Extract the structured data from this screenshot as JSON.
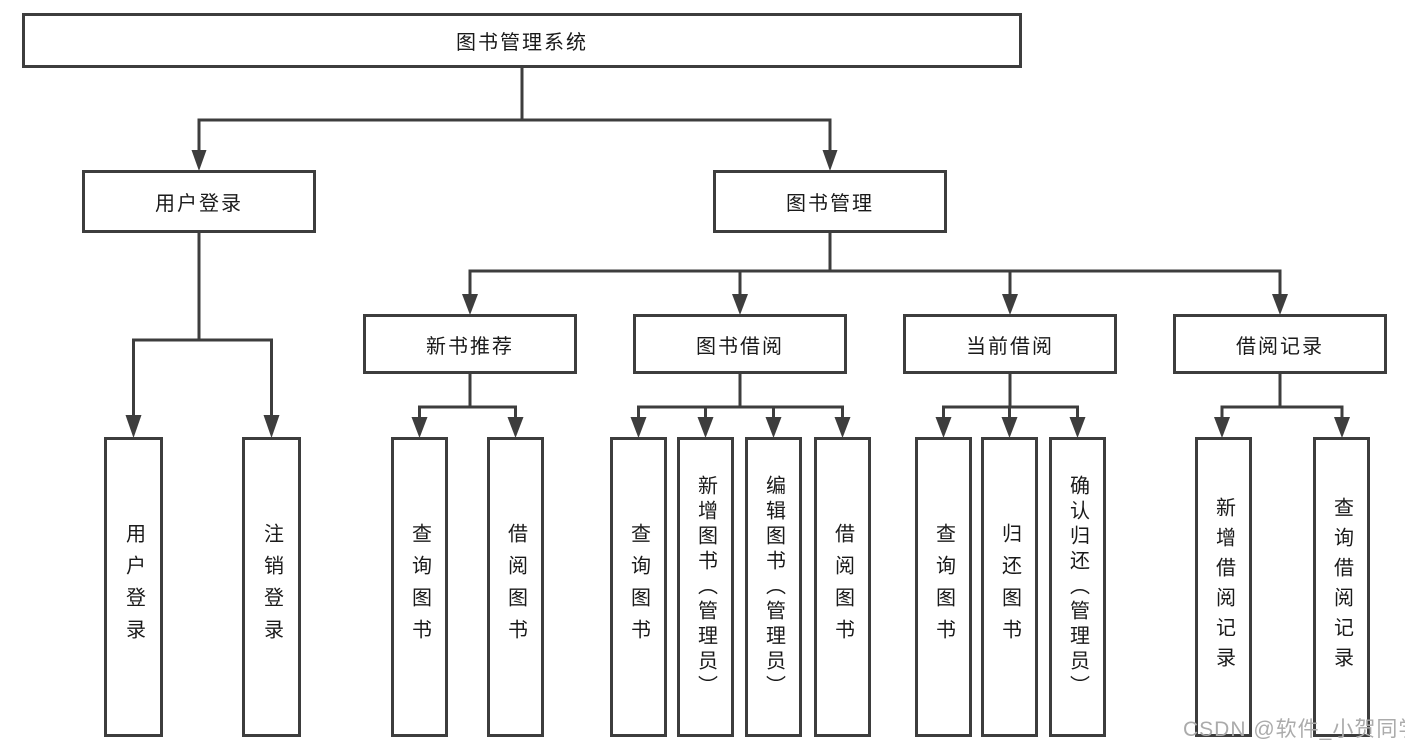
{
  "diagram": {
    "root": "图书管理系统",
    "level2": [
      "用户登录",
      "图书管理"
    ],
    "level3": [
      "新书推荐",
      "图书借阅",
      "当前借阅",
      "借阅记录"
    ],
    "leaves_user_login": [
      "用户登录",
      "注销登录"
    ],
    "leaves_new_book": [
      "查询图书",
      "借阅图书"
    ],
    "leaves_book_borrow": [
      "查询图书",
      "新增图书（管理员）",
      "编辑图书（管理员）",
      "借阅图书"
    ],
    "leaves_current_borrow": [
      "查询图书",
      "归还图书",
      "确认归还（管理员）"
    ],
    "leaves_borrow_records": [
      "新增借阅记录",
      "查询借阅记录"
    ],
    "watermark": "CSDN @软件_小贺同学",
    "colors": {
      "line": "#3d3d3d",
      "text": "#1a1a1a",
      "watermark": "#ababab",
      "background": "#ffffff"
    }
  }
}
